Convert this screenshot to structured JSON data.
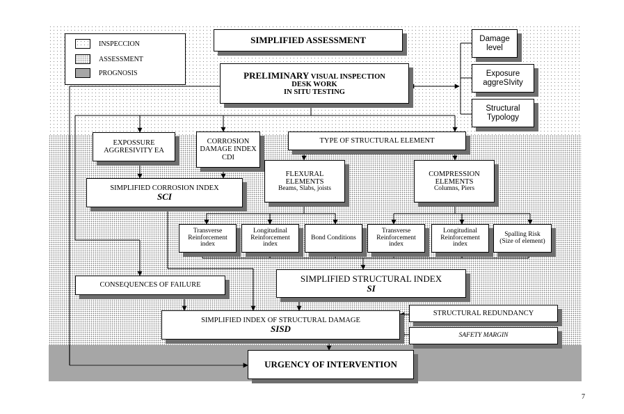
{
  "legend": {
    "inspection": "INSPECCION",
    "assessment": "ASSESSMENT",
    "prognosis": "PROGNOSIS"
  },
  "header": {
    "title": "SIMPLIFIED ASSESSMENT"
  },
  "preliminary": {
    "lead": "PRELIMINARY",
    "line1_rest": " VISUAL INSPECTION",
    "line2": "DESK WORK",
    "line3": "IN SITU TESTING"
  },
  "inspection_outputs": {
    "damage": [
      "Damage",
      "level"
    ],
    "exposure": [
      "Exposure",
      "aggreSIvity"
    ],
    "typology": [
      "Structural",
      "Typology"
    ]
  },
  "exposure_ea": [
    "EXPOSSURE",
    "AGGRESIVITY EA"
  ],
  "cdi": [
    "CORROSION",
    "DAMAGE INDEX",
    "CDI"
  ],
  "type_element": "TYPE OF STRUCTURAL ELEMENT",
  "sci": {
    "title": "SIMPLIFIED CORROSION INDEX",
    "abbr": "SCI"
  },
  "flexural": {
    "lines": [
      "FLEXURAL",
      "ELEMENTS"
    ],
    "examples": "Beams, Slabs, joists"
  },
  "compression": {
    "lines": [
      "COMPRESSION",
      "ELEMENTS"
    ],
    "examples": "Columns, Piers"
  },
  "indices": {
    "transverse_1": [
      "Transverse",
      "Reinforcement",
      "index"
    ],
    "longitudinal_1": [
      "Longitudinal",
      "Reinforcement",
      "index"
    ],
    "bond": [
      "Bond Conditions"
    ],
    "transverse_2": [
      "Transverse",
      "Reinforcement",
      "index"
    ],
    "longitudinal_2": [
      "Longitudinal",
      "Reinforcement",
      "index"
    ],
    "spalling": [
      "Spalling Risk",
      "(Size of element)"
    ]
  },
  "consequences": "CONSEQUENCES OF FAILURE",
  "si": {
    "title": "SIMPLIFIED STRUCTURAL INDEX",
    "abbr": "SI"
  },
  "redundancy": "STRUCTURAL REDUNDANCY",
  "safety_margin": "SAFETY MARGIN",
  "sisd": {
    "title": "SIMPLIFIED INDEX OF STRUCTURAL DAMAGE",
    "abbr": "SISD"
  },
  "urgency": "URGENCY OF INTERVENTION",
  "page_number": "7"
}
